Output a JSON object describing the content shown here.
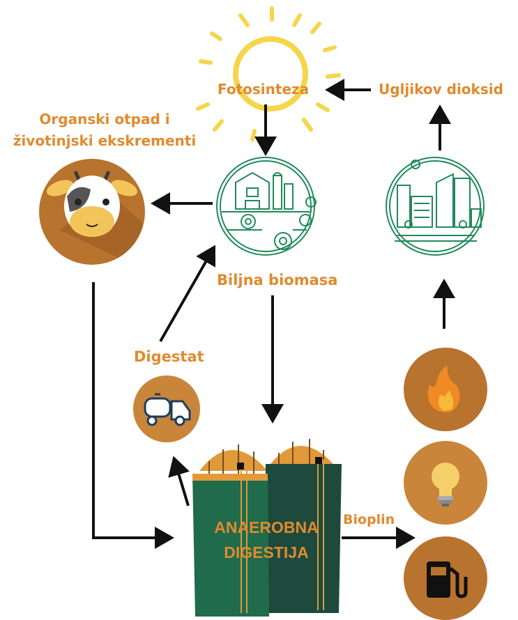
{
  "labels": {
    "photosynthesis": "Fotosinteza",
    "carbon_dioxide": "Ugljikov dioksid",
    "organic_waste": "Organski otpad i životinjski ekskrementi",
    "plant_biomass": "Biljna biomasa",
    "digestate": "Digestat",
    "biogas": "Bioplin",
    "anaerobic_line1": "ANAEROBNA",
    "anaerobic_line2": "DIGESTIJA"
  },
  "colors": {
    "label": "#e08a2e",
    "sun": "#f5d64a",
    "circle_brown": "#b8732f",
    "circle_tan": "#c9853a",
    "line_green": "#1f8a5a",
    "tank_green": "#1f6b4c",
    "tank_dark": "#1d4a3c",
    "dome_orange": "#e19a3a",
    "arrow": "#111111"
  },
  "icons": [
    "sun-icon",
    "cow-icon",
    "farm-icon",
    "city-icon",
    "truck-icon",
    "fire-icon",
    "bulb-icon",
    "fuel-pump-icon",
    "silo-icon"
  ]
}
